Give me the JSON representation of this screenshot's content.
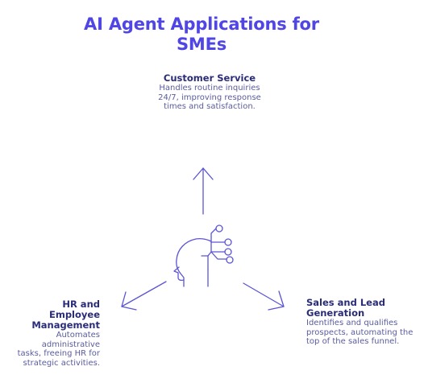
{
  "title": "AI Agent Applications for SMEs",
  "nodes": {
    "top": {
      "heading": "Customer Service",
      "description": "Handles routine inquiries 24/7, improving response times and satisfaction."
    },
    "left": {
      "heading": "HR and Employee Management",
      "description": "Automates administrative tasks, freeing HR for strategic activities."
    },
    "right": {
      "heading": "Sales and Lead Generation",
      "description": "Identifies and qualifies prospects, automating the top of the sales funnel."
    }
  },
  "center_icon": "ai-head-circuit-icon",
  "colors": {
    "title": "#4f46e5",
    "heading": "#2a2c78",
    "description": "#5a5c9e",
    "lines": "#5b54d6"
  }
}
